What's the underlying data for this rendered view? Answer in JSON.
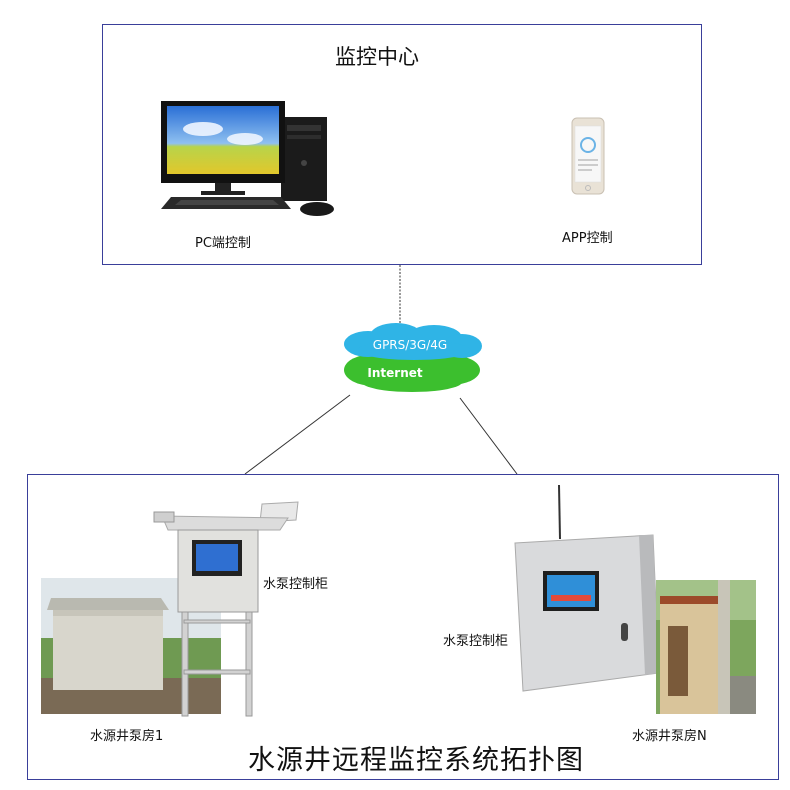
{
  "monitoring_center": {
    "title": "监控中心",
    "pc_label": "PC端控制",
    "app_label": "APP控制"
  },
  "network": {
    "line1": "GPRS/3G/4G",
    "line2": "Internet",
    "colors": {
      "upper_cloud": "#2fb4e6",
      "lower_cloud": "#3cbf2e"
    }
  },
  "field": {
    "cabinet_label_left": "水泵控制柜",
    "cabinet_label_right": "水泵控制柜",
    "pump_house_1": "水源井泵房1",
    "pump_house_n": "水源井泵房N"
  },
  "diagram_title": "水源井远程监控系统拓扑图",
  "colors": {
    "border": "#3a3f9a",
    "screen": "#2a6fd6"
  },
  "icons": [
    "desktop-pc-icon",
    "smartphone-icon",
    "cloud-icon",
    "control-cabinet-icon",
    "pump-house-icon"
  ]
}
